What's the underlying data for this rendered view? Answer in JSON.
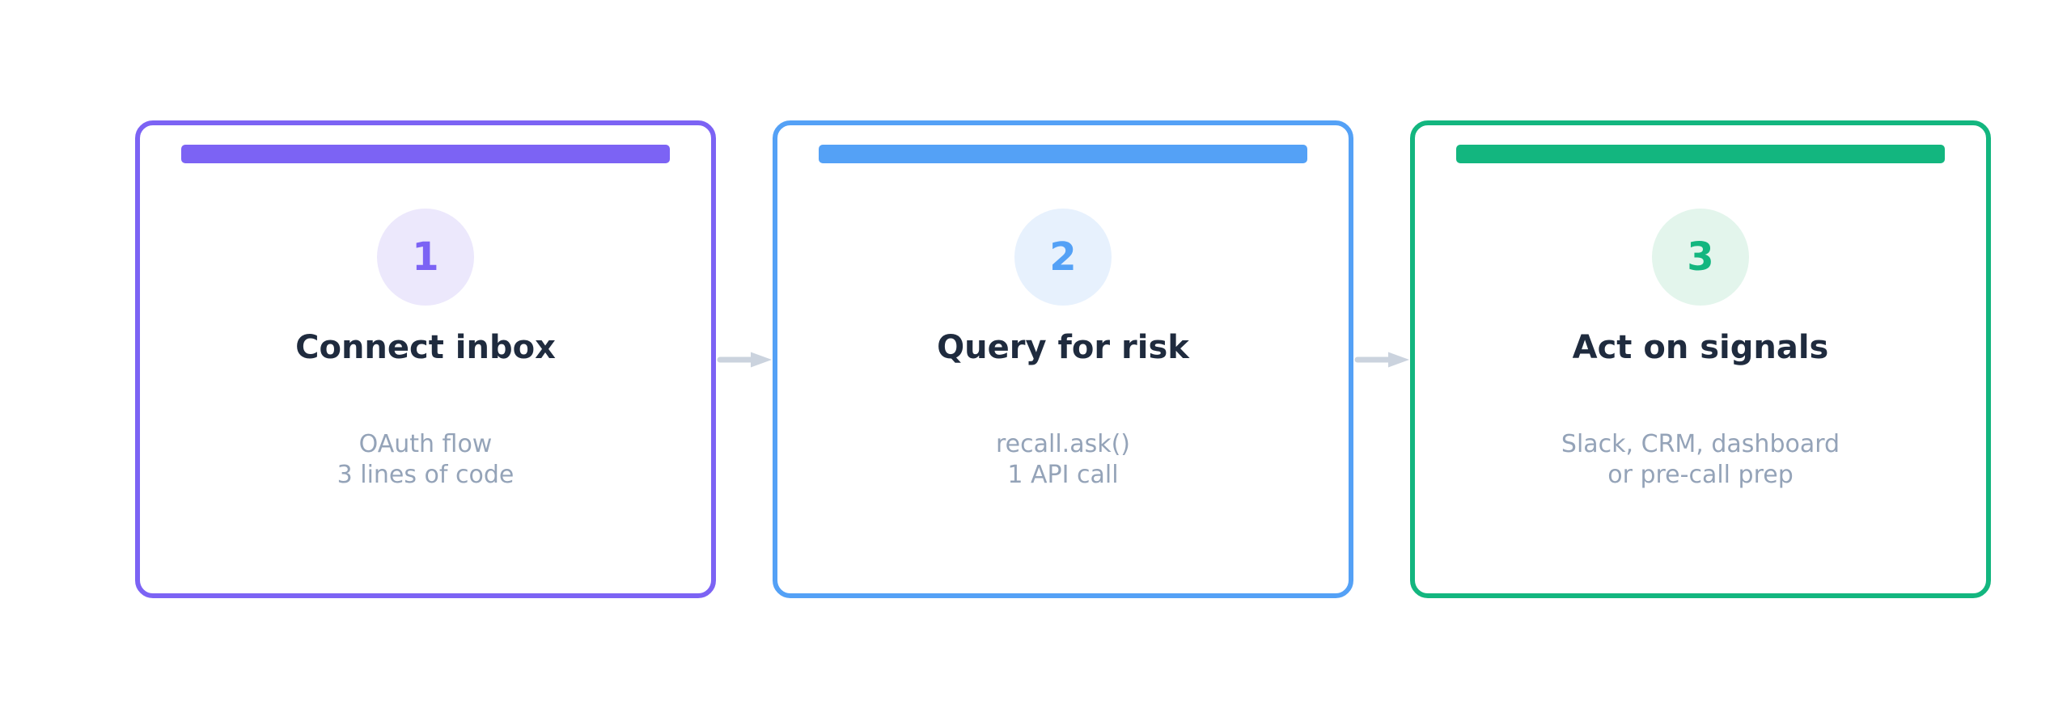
{
  "page": {
    "background_color": "#ffffff"
  },
  "steps": [
    {
      "number": "1",
      "title": "Connect inbox",
      "description_lines": [
        "OAuth flow",
        "3 lines of code"
      ],
      "accent_color": "#7c63f4",
      "circle_fill_color": "#ece8fc"
    },
    {
      "number": "2",
      "title": "Query for risk",
      "description_lines": [
        "recall.ask()",
        "1 API call"
      ],
      "accent_color": "#54a1f6",
      "circle_fill_color": "#e7f1fd"
    },
    {
      "number": "3",
      "title": "Act on signals",
      "description_lines": [
        "Slack, CRM, dashboard",
        "or pre-call prep"
      ],
      "accent_color": "#13b67f",
      "circle_fill_color": "#e3f5ec"
    }
  ],
  "arrow": {
    "color": "#cbd3de"
  },
  "text_colors": {
    "title": "#1f2b3e",
    "description": "#94a3b8"
  }
}
